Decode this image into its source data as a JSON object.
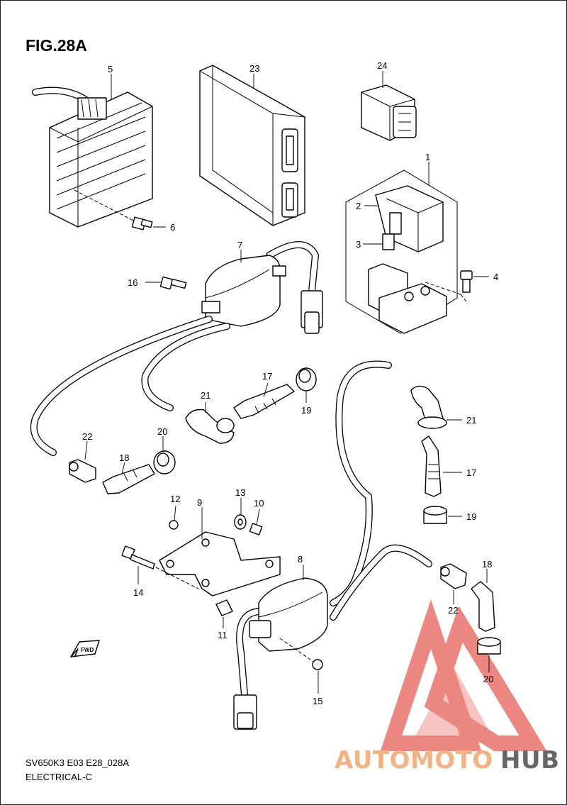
{
  "figure": {
    "title": "FIG.28A",
    "footer_model": "SV650K3 E03 E28_028A",
    "footer_section": "ELECTRICAL-C",
    "direction_marker": "FWD"
  },
  "watermark": {
    "text_part1": "AUTOMOTO",
    "text_part2": "HUB",
    "color_primary": "#f4b183",
    "color_secondary": "#666666",
    "logo_color": "#e8736b"
  },
  "callouts": [
    {
      "id": "1",
      "part": "relay-assembly"
    },
    {
      "id": "2",
      "part": "relay-cover"
    },
    {
      "id": "3",
      "part": "fuse"
    },
    {
      "id": "4",
      "part": "relay-screw"
    },
    {
      "id": "5",
      "part": "regulator-rectifier"
    },
    {
      "id": "6",
      "part": "regulator-bolt"
    },
    {
      "id": "7",
      "part": "ignition-coil-front"
    },
    {
      "id": "8",
      "part": "ignition-coil-rear"
    },
    {
      "id": "9",
      "part": "coil-bracket"
    },
    {
      "id": "10",
      "part": "bracket-bolt"
    },
    {
      "id": "11",
      "part": "spacer"
    },
    {
      "id": "12",
      "part": "bracket-nut"
    },
    {
      "id": "13",
      "part": "grommet"
    },
    {
      "id": "14",
      "part": "long-bolt"
    },
    {
      "id": "15",
      "part": "coil-nut"
    },
    {
      "id": "16",
      "part": "coil-bolt"
    },
    {
      "id": "17",
      "part": "plug-cap-upper"
    },
    {
      "id": "18",
      "part": "plug-cap-lower"
    },
    {
      "id": "19",
      "part": "seal-upper"
    },
    {
      "id": "20",
      "part": "seal-lower"
    },
    {
      "id": "21",
      "part": "plug-cap-elbow"
    },
    {
      "id": "22",
      "part": "cap-joint"
    },
    {
      "id": "23",
      "part": "ecm-unit"
    },
    {
      "id": "24",
      "part": "relay-small"
    }
  ],
  "labels": {
    "c1": "1",
    "c2": "2",
    "c3": "3",
    "c4": "4",
    "c5": "5",
    "c6": "6",
    "c7": "7",
    "c8": "8",
    "c9": "9",
    "c10": "10",
    "c11": "11",
    "c12": "12",
    "c13": "13",
    "c14": "14",
    "c15": "15",
    "c16": "16",
    "c17a": "17",
    "c17b": "17",
    "c18a": "18",
    "c18b": "18",
    "c19a": "19",
    "c19b": "19",
    "c20a": "20",
    "c20b": "20",
    "c21a": "21",
    "c21b": "21",
    "c22a": "22",
    "c22b": "22",
    "c23": "23",
    "c24": "24"
  }
}
